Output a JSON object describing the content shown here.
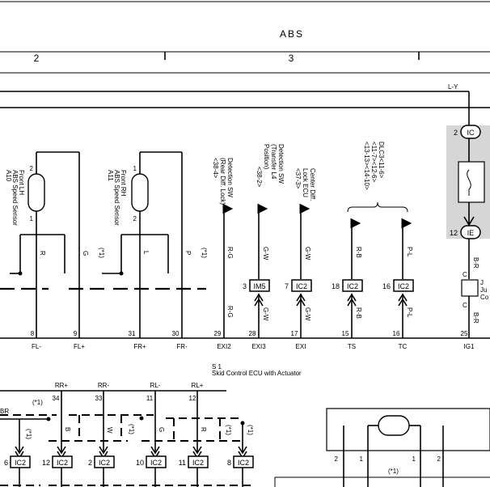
{
  "header": {
    "title": "ABS",
    "section_left": "2",
    "section_right": "3"
  },
  "top_wire": "L-Y",
  "junction_block": {
    "top_pin": "2",
    "top_conn": "IC",
    "bottom_pin": "12",
    "bottom_conn": "IE",
    "wire1": "B-R",
    "wire2": "B-R",
    "c1": "C",
    "c2": "C",
    "label_j": "J",
    "label_ju": "Ju",
    "label_co": "Co"
  },
  "sensors": [
    {
      "id": "A10",
      "name": "ABS Speed Sensor",
      "side": "Front LH",
      "pin_top": "2",
      "pin_bottom": "1"
    },
    {
      "id": "A11",
      "name": "ABS Speed Sensor",
      "side": "Front RH",
      "pin_top": "1",
      "pin_bottom": "2"
    }
  ],
  "sensor_wires": {
    "lh_left": "R",
    "lh_right": "G",
    "lh_star": "(*1)",
    "rh_left": "L",
    "rh_right": "P",
    "rh_star": "(*1)"
  },
  "detection_labels": {
    "rear_diff": [
      "Detection SW",
      "(Rear Diff. Lock)",
      "<38-4>"
    ],
    "transfer": [
      "Detection SW",
      "(Transfer L4",
      "Position)",
      "<38-2>"
    ],
    "center_diff": [
      "Center Diff.",
      "Lock ECU",
      "<37-3>"
    ],
    "dlc3": [
      "DLC3<11-6>",
      "<11-7><12-6>",
      "<13-13><14-10>"
    ]
  },
  "signal_wires": {
    "exi2_top": "R-G",
    "exi2_bottom": "R-G",
    "exi3_top": "G-W",
    "exi3_bottom": "G-W",
    "exi_top": "G-W",
    "exi_bottom": "G-W",
    "ts_top": "R-B",
    "ts_bottom": "R-B",
    "tc_top": "P-L",
    "tc_bottom": "P-L"
  },
  "mid_connectors": [
    {
      "pin": "3",
      "name": "IM5"
    },
    {
      "pin": "7",
      "name": "IC2"
    },
    {
      "pin": "18",
      "name": "IC2"
    },
    {
      "pin": "16",
      "name": "IC2"
    }
  ],
  "ecu_pins": {
    "numbers": [
      "8",
      "9",
      "31",
      "30",
      "29",
      "28",
      "17",
      "15",
      "16",
      "25"
    ],
    "labels": [
      "FL-",
      "FL+",
      "FR+",
      "FR-",
      "EXI2",
      "EXI3",
      "EXI",
      "TS",
      "TC",
      "IG1"
    ]
  },
  "ecu": {
    "code": "S 1",
    "name": "Skid Control ECU with Actuator"
  },
  "rear_pins": {
    "labels": [
      "RR+",
      "RR-",
      "RL-",
      "RL+"
    ],
    "numbers": [
      "34",
      "33",
      "11",
      "12"
    ]
  },
  "rear_wires": {
    "br": "BR",
    "b": "B",
    "w": "W",
    "g": "G",
    "r": "R",
    "star1": "(*1)",
    "star2": "(*1)",
    "star3": "(*1)",
    "star4": "(*1)",
    "star5": "(*1)"
  },
  "bottom_connectors": [
    {
      "pin": "6",
      "name": "IC2"
    },
    {
      "pin": "12",
      "name": "IC2"
    },
    {
      "pin": "2",
      "name": "IC2"
    },
    {
      "pin": "10",
      "name": "IC2"
    },
    {
      "pin": "11",
      "name": "IC2"
    },
    {
      "pin": "8",
      "name": "IC2"
    }
  ],
  "bottom_right": {
    "p1": "2",
    "p2": "1",
    "p3": "1",
    "p4": "2",
    "star": "(*1)"
  }
}
